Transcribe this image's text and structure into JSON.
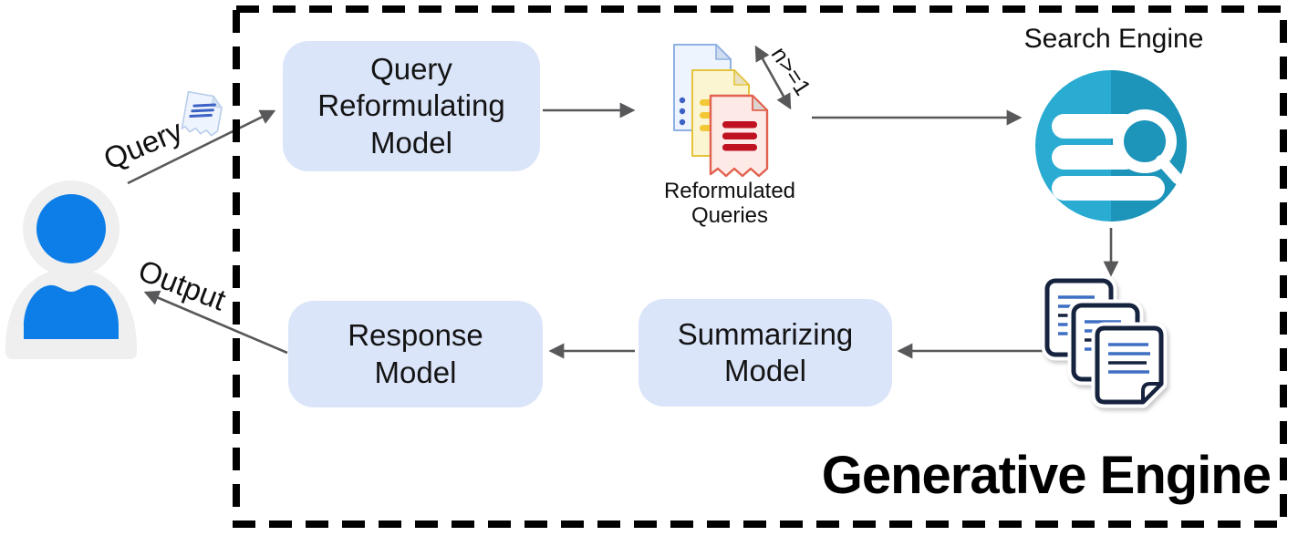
{
  "engine": {
    "title": "Generative Engine"
  },
  "nodes": {
    "query_reformulating": {
      "label": "Query\nReformulating\nModel"
    },
    "summarizing": {
      "label": "Summarizing\nModel"
    },
    "response": {
      "label": "Response\nModel"
    }
  },
  "labels": {
    "query": "Query",
    "output": "Output",
    "n_count": "n>=1",
    "search_engine": "Search Engine",
    "reformulated_queries": "Reformulated\nQueries"
  },
  "icons": {
    "user": "user-icon",
    "query_document": "query-document-icon",
    "reformulated_queries_stack": "reformulated-queries-docs-icon",
    "search_engine": "search-engine-icon",
    "retrieved_documents_stack": "retrieved-documents-icon"
  },
  "colors": {
    "node_fill": "#dbe5fa",
    "arrow": "#58585a",
    "border_dash": "#000000",
    "user_blue": "#0d7ee8",
    "user_gray": "#efefef",
    "search_teal_light": "#29abd2",
    "search_teal_dark": "#1d94ba",
    "doc_blue_stroke": "#8fb0e2",
    "doc_yellow_stroke": "#e5c43c",
    "doc_red_stroke": "#e2614e",
    "doc_red_lines": "#bf1120",
    "result_doc_stroke": "#16233f",
    "result_doc_lines": "#3e6fc4",
    "title_color": "#000000"
  }
}
